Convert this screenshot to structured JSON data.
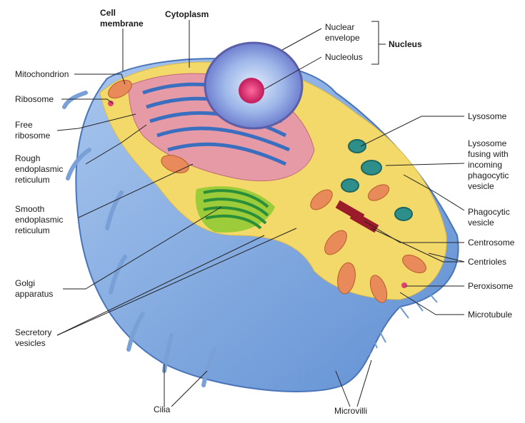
{
  "labels": {
    "cell_membrane": "Cell membrane",
    "cytoplasm": "Cytoplasm",
    "nuclear_envelope": "Nuclear envelope",
    "nucleolus": "Nucleolus",
    "nucleus": "Nucleus",
    "mitochondrion": "Mitochondrion",
    "ribosome": "Ribosome",
    "free_ribosome": "Free ribosome",
    "rough_er": "Rough endoplasmic reticulum",
    "smooth_er": "Smooth endoplasmic reticulum",
    "golgi": "Golgi apparatus",
    "secretory_vesicles": "Secretory vesicles",
    "cilia": "Cilia",
    "microvilli": "Microvilli",
    "lysosome": "Lysosome",
    "lysosome_fusing": "Lysosome fusing with incoming phagocytic vesicle",
    "phagocytic_vesicle": "Phagocytic vesicle",
    "centrosome": "Centrosome",
    "centrioles": "Centrioles",
    "peroxisome": "Peroxisome",
    "microtubule": "Microtubule"
  },
  "colors": {
    "membrane_blue": "#8fb4e3",
    "cytoplasm_yellow": "#f3d96a",
    "er_pink": "#e69aa6",
    "er_blue": "#3a6fc0",
    "golgi_green": "#3aaa4a",
    "mito_orange": "#e88a5a",
    "nucleus_purple": "#8f86c9",
    "nucleolus_magenta": "#d8306a",
    "lysosome_teal": "#2e8f8a",
    "centrosome_red": "#9a1b2a"
  }
}
